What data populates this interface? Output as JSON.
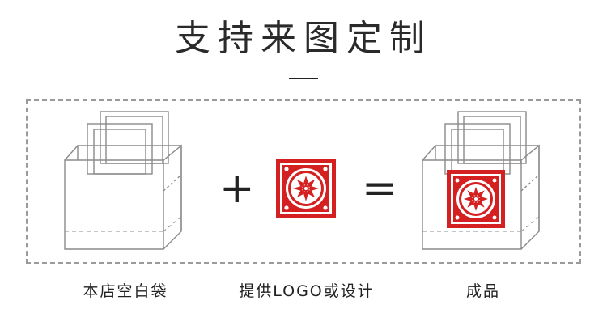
{
  "header": {
    "title": "支持来图定制"
  },
  "steps": {
    "blank_bag_label": "本店空白袋",
    "logo_label": "提供LOGO或设计",
    "result_label": "成品"
  },
  "operators": {
    "plus": "+",
    "equals": "="
  },
  "colors": {
    "accent": "#d42020",
    "outline": "#8a8a8a",
    "text": "#222222"
  },
  "icons": {
    "blank_bag": "tote-bag-outline-icon",
    "logo": "red-snowflake-medallion-icon",
    "result_bag": "tote-bag-with-logo-icon"
  }
}
